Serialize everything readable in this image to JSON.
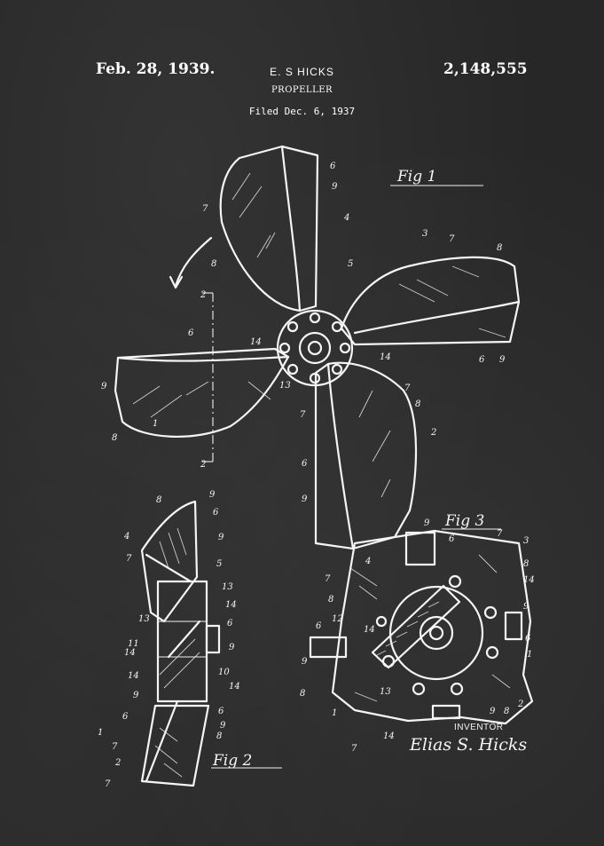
{
  "header": {
    "date": "Feb. 28, 1939.",
    "inventor": "E. S HICKS",
    "title": "PROPELLER",
    "patent_number": "2,148,555",
    "filed": "Filed Dec. 6, 1937"
  },
  "figures": {
    "fig1": "Fig 1",
    "fig2": "Fig 2",
    "fig3": "Fig 3"
  },
  "section_marks": {
    "top": "2",
    "bottom": "2"
  },
  "inventor_block": {
    "label": "INVENTOR",
    "signature": "Elias S. Hicks"
  },
  "colors": {
    "background": "#272727",
    "ink": "#f5f5f5"
  }
}
